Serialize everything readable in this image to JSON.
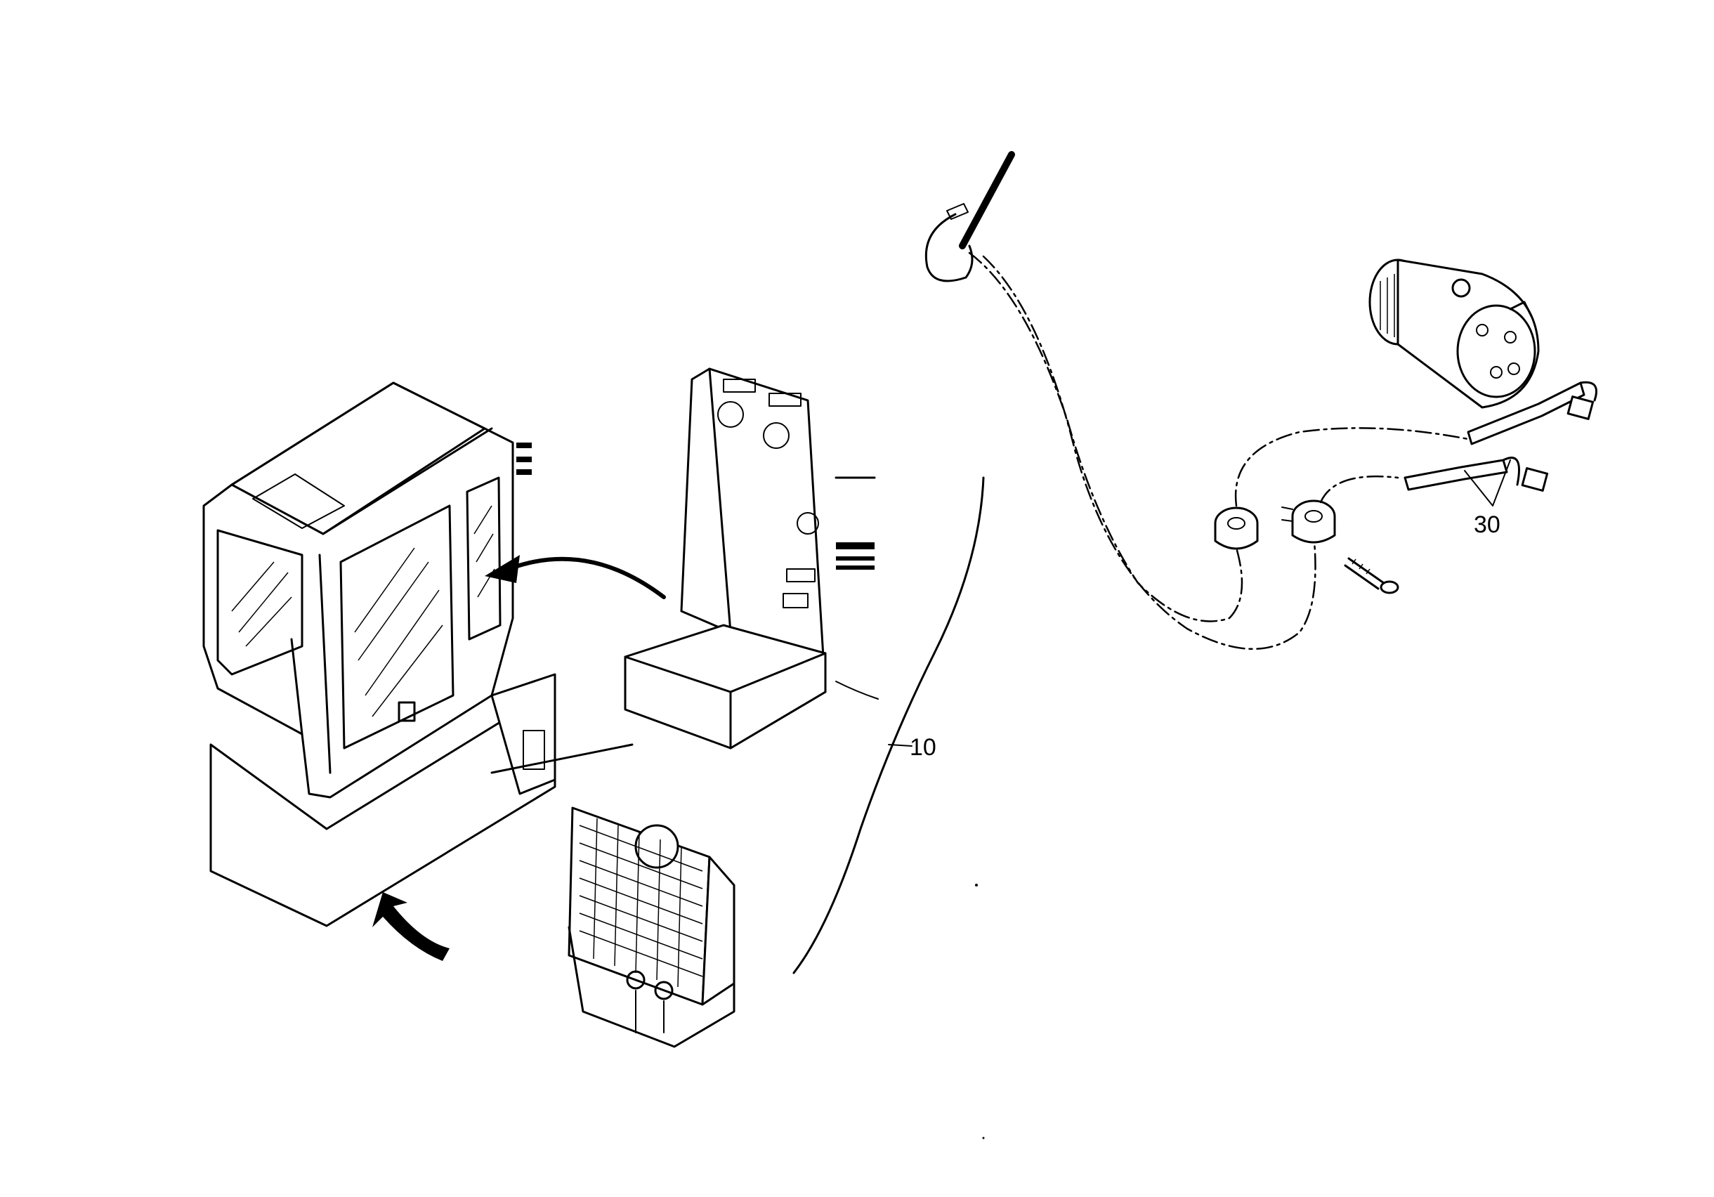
{
  "diagram": {
    "callouts": [
      {
        "id": "callout-10",
        "label": "10"
      },
      {
        "id": "callout-30",
        "label": "30"
      }
    ]
  }
}
